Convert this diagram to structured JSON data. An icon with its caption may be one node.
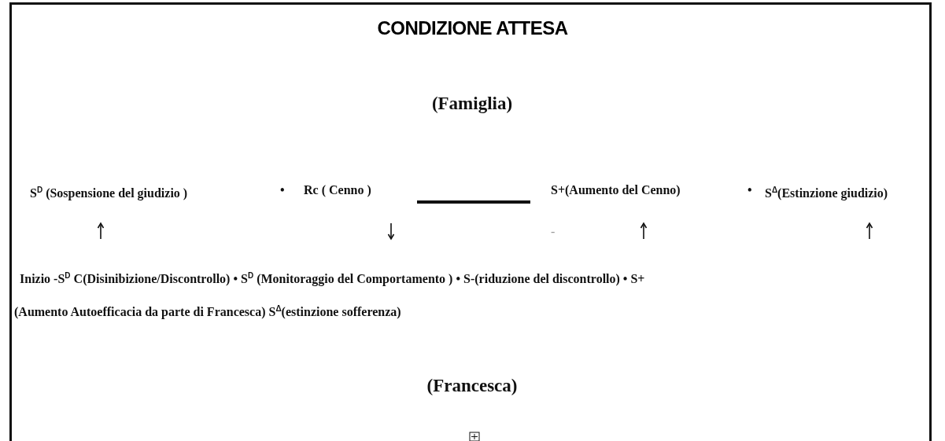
{
  "diagram": {
    "title": "CONDIZIONE ATTESA",
    "labels": [
      "(Famiglia)",
      "S$^{D}$ (Sospensione del giudizio )",
      "•",
      "Rc ( Cenno )",
      "S+(Aumento del Cenno)",
      "•",
      "S$^{Δ}$(Estinzione giudizio)",
      "-",
      "Inizio -S$^{D}$ C(Disinibizione/Discontrollo) • S$^{D}$ (Monitoraggio del Comportamento ) • S-(riduzione del discontrollo) • S+",
      "(Aumento Autoefficacia da parte di Francesca) S$^{Δ}$(estinzione sofferenza)",
      "(Francesca)"
    ]
  }
}
